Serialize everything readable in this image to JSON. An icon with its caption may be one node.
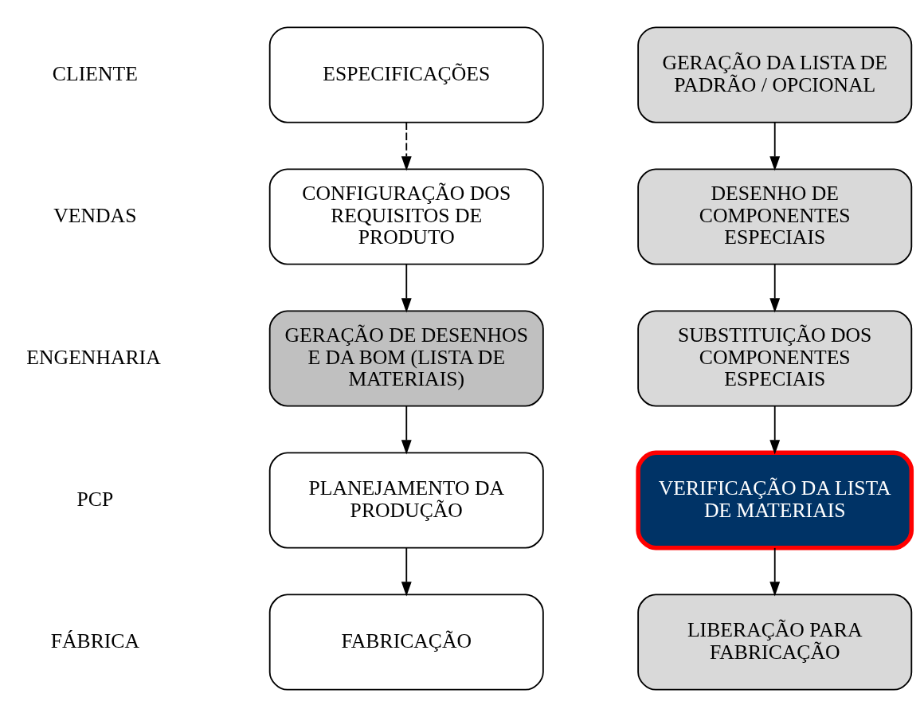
{
  "diagram": {
    "nodes": [
      {
        "text": [
          "ESPECIFICAÇÕES"
        ]
      },
      {
        "text": [
          "CONFIGURAÇÃO DOS REQUISITOS DE PRODUTO"
        ]
      },
      {
        "text": [
          "GERAÇÃO DE DESENHOS E DA BOM (LISTA DE MATERIAIS)"
        ]
      },
      {
        "text": [
          "PLANEJAMENTO DA PRODUÇÃO"
        ]
      },
      {
        "text": [
          "FABRICAÇÃO"
        ]
      },
      {
        "text": [
          "GERAÇÃO DA LISTA DE PADRÃO / OPCIONAL"
        ]
      },
      {
        "text": [
          "DESENHO DE COMPONENTES ESPECIAIS"
        ]
      },
      {
        "text": [
          "SUBSTITUIÇÃO DOS COMPONENTES ESPECIAIS"
        ]
      },
      {
        "text": [
          "VERIFICAÇÃO DA LISTA DE MATERIAIS"
        ]
      },
      {
        "text": [
          "LIBERAÇÃO PARA FABRICAÇÃO"
        ]
      }
    ],
    "edges": [
      {
        "from": 0,
        "to": 1,
        "arrow": "to",
        "style": "dashed"
      },
      {
        "from": 1,
        "to": 2,
        "arrow": "to"
      },
      {
        "from": 2,
        "to": 3,
        "arrow": "to"
      },
      {
        "from": 3,
        "to": 4,
        "arrow": "to"
      },
      {
        "from": 5,
        "to": 6,
        "arrow": "to"
      },
      {
        "from": 6,
        "to": 7,
        "arrow": "to"
      },
      {
        "from": 7,
        "to": 8,
        "arrow": "to"
      },
      {
        "from": 8,
        "to": 9,
        "arrow": "to"
      }
    ],
    "labels": [
      "CLIENTE",
      "VENDAS",
      "ENGENHARIA",
      "PCP",
      "FÁBRICA"
    ]
  }
}
